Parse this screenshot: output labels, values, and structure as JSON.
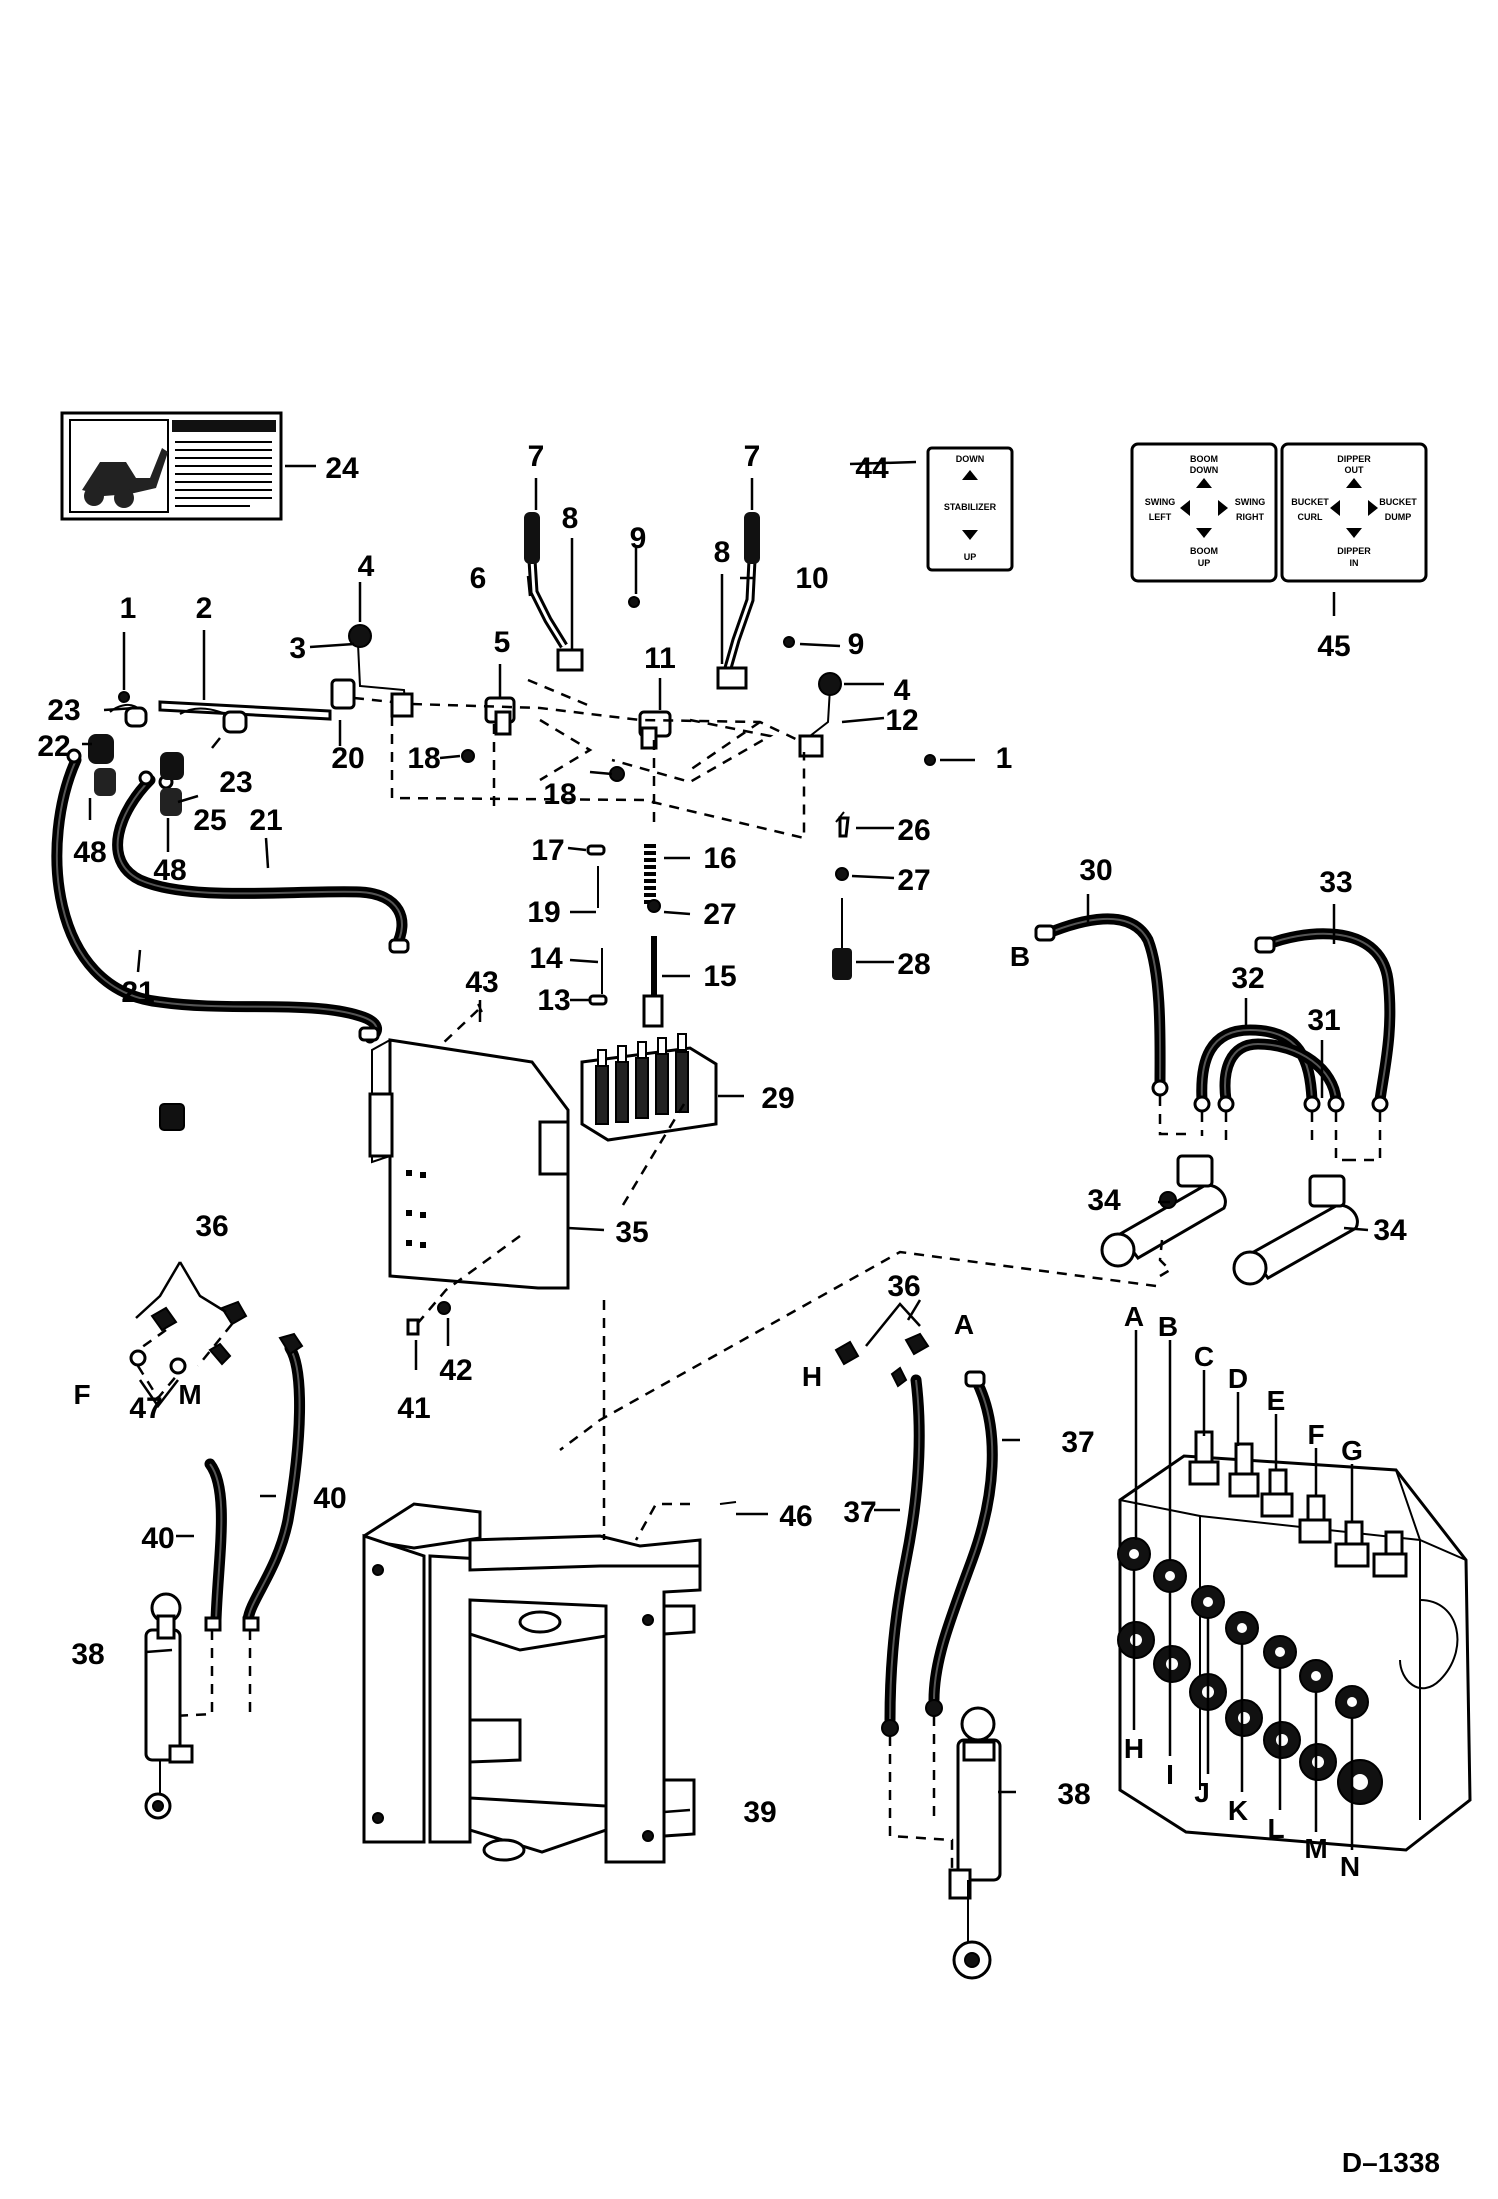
{
  "document_id": "D–1338",
  "decals": {
    "stabilizer": {
      "down": "DOWN",
      "title": "STABILIZER",
      "up": "UP"
    },
    "controls": {
      "boom_down": "BOOM\nDOWN",
      "swing_left": "SWING\nLEFT",
      "swing_right": "SWING\nRIGHT",
      "boom_up": "BOOM\nUP",
      "dipper_out": "DIPPER\nOUT",
      "bucket_curl": "BUCKET\nCURL",
      "bucket_dump": "BUCKET\nDUMP",
      "dipper_in": "DIPPER\nIN"
    }
  },
  "callouts": {
    "c1": "1",
    "c2": "2",
    "c3": "3",
    "c4": "4",
    "c5": "5",
    "c6": "6",
    "c7": "7",
    "c8": "8",
    "c9": "9",
    "c10": "10",
    "c11": "11",
    "c12": "12",
    "c13": "13",
    "c14": "14",
    "c15": "15",
    "c16": "16",
    "c17": "17",
    "c18": "18",
    "c19": "19",
    "c20": "20",
    "c21": "21",
    "c22": "22",
    "c23": "23",
    "c24": "24",
    "c25": "25",
    "c26": "26",
    "c27": "27",
    "c28": "28",
    "c29": "29",
    "c30": "30",
    "c31": "31",
    "c32": "32",
    "c33": "33",
    "c34": "34",
    "c35": "35",
    "c36": "36",
    "c37": "37",
    "c38": "38",
    "c39": "39",
    "c40": "40",
    "c41": "41",
    "c42": "42",
    "c43": "43",
    "c44": "44",
    "c45": "45",
    "c46": "46",
    "c47": "47",
    "c48": "48"
  },
  "port_letters": {
    "A": "A",
    "B": "B",
    "C": "C",
    "D": "D",
    "E": "E",
    "F": "F",
    "G": "G",
    "H": "H",
    "I": "I",
    "J": "J",
    "K": "K",
    "L": "L",
    "M": "M",
    "N": "N"
  }
}
